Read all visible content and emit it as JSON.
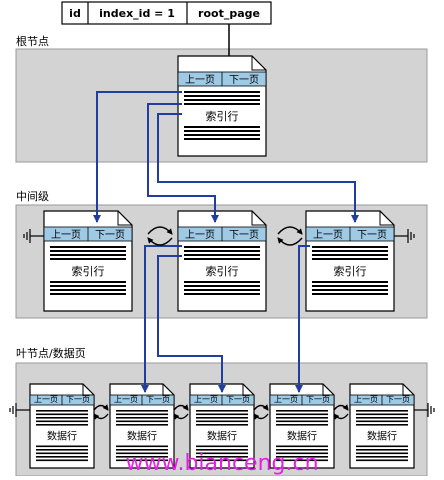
{
  "key_table": {
    "cells": [
      "id",
      "index_id = 1",
      "root_page"
    ]
  },
  "sections": {
    "root": "根节点",
    "intermediate": "中间级",
    "leaf": "叶节点/数据页"
  },
  "page_nav": {
    "prev": "上一页",
    "next": "下一页"
  },
  "page_content": {
    "index_rows": "索引行",
    "data_rows": "数据行"
  },
  "watermark": "www.bianceng.cn",
  "colors": {
    "band_fill": "#d3d3d3",
    "nav_bar": "#9ecae6",
    "arrow": "#1f3ea0",
    "watermark": "#e61ee6"
  }
}
